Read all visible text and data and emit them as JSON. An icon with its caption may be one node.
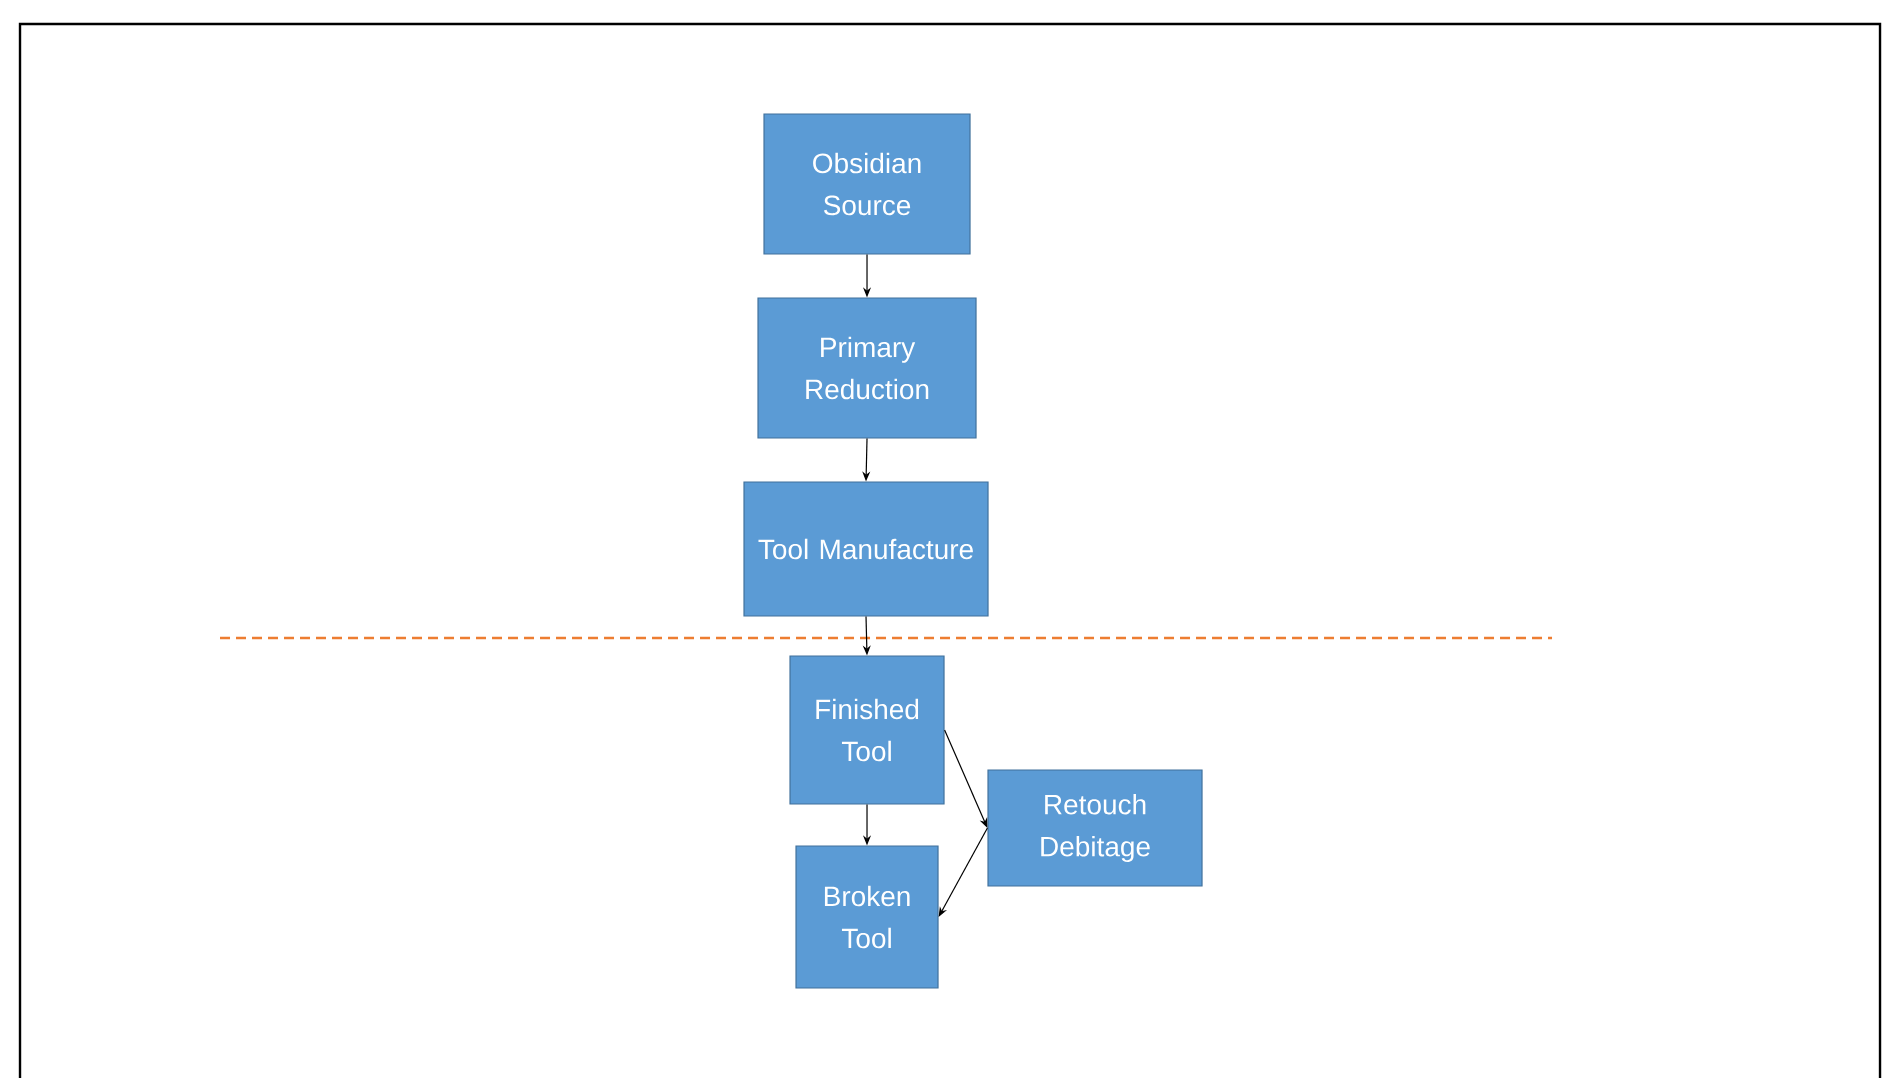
{
  "diagram": {
    "nodes": [
      {
        "text": [
          "Obsidian Source"
        ]
      },
      {
        "text": [
          "Primary Reduction"
        ]
      },
      {
        "text": [
          "Tool Manufacture"
        ]
      },
      {
        "text": [
          "Finished Tool"
        ]
      },
      {
        "text": [
          "Broken Tool"
        ]
      },
      {
        "text": [
          "Retouch Debitage"
        ]
      }
    ],
    "edges": [
      {
        "from": 0,
        "to": 1,
        "arrow": "to"
      },
      {
        "from": 1,
        "to": 2,
        "arrow": "to"
      },
      {
        "from": 2,
        "to": 3,
        "arrow": "to"
      },
      {
        "from": 3,
        "to": 4,
        "arrow": "to"
      },
      {
        "from": 3,
        "to": 5,
        "arrow": "to"
      },
      {
        "from": 5,
        "to": 4,
        "arrow": "to"
      }
    ]
  }
}
